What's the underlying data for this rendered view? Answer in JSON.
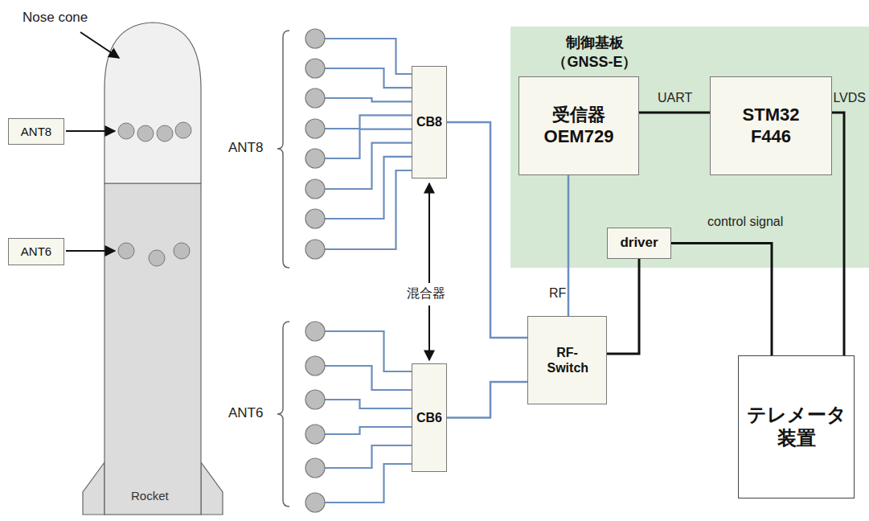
{
  "diagram": {
    "nodes": [
      {
        "text": [
          "ANT8"
        ]
      },
      {
        "text": [
          "ANT6"
        ]
      },
      {
        "text": [
          "CB8"
        ]
      },
      {
        "text": [
          "CB6"
        ]
      },
      {
        "text": [
          "制御基板 （GNSS-E）"
        ]
      },
      {
        "text": [
          "受信器 OEM729"
        ],
        "in": 4
      },
      {
        "text": [
          "STM32 F446"
        ],
        "in": 4
      },
      {
        "text": [
          "driver"
        ],
        "in": 4
      },
      {
        "text": [
          "RF-Switch"
        ]
      },
      {
        "text": [
          "テレメータ 装置"
        ]
      }
    ],
    "edges": [
      {
        "from": 2,
        "to": 8,
        "arrow": "none"
      },
      {
        "from": 3,
        "to": 8,
        "arrow": "none"
      },
      {
        "from": 8,
        "to": 5,
        "label": "RF",
        "arrow": "none"
      },
      {
        "from": 5,
        "to": 6,
        "label": "UART",
        "arrow": "none"
      },
      {
        "from": 6,
        "to": 9,
        "label": "LVDS",
        "arrow": "none"
      },
      {
        "from": 7,
        "to": 8,
        "arrow": "none"
      },
      {
        "from": 9,
        "to": 7,
        "label": "control signal",
        "arrow": "none"
      }
    ],
    "labels": [
      "Nose cone",
      "Rocket",
      "ANT8",
      "ANT6",
      "混合器"
    ]
  }
}
